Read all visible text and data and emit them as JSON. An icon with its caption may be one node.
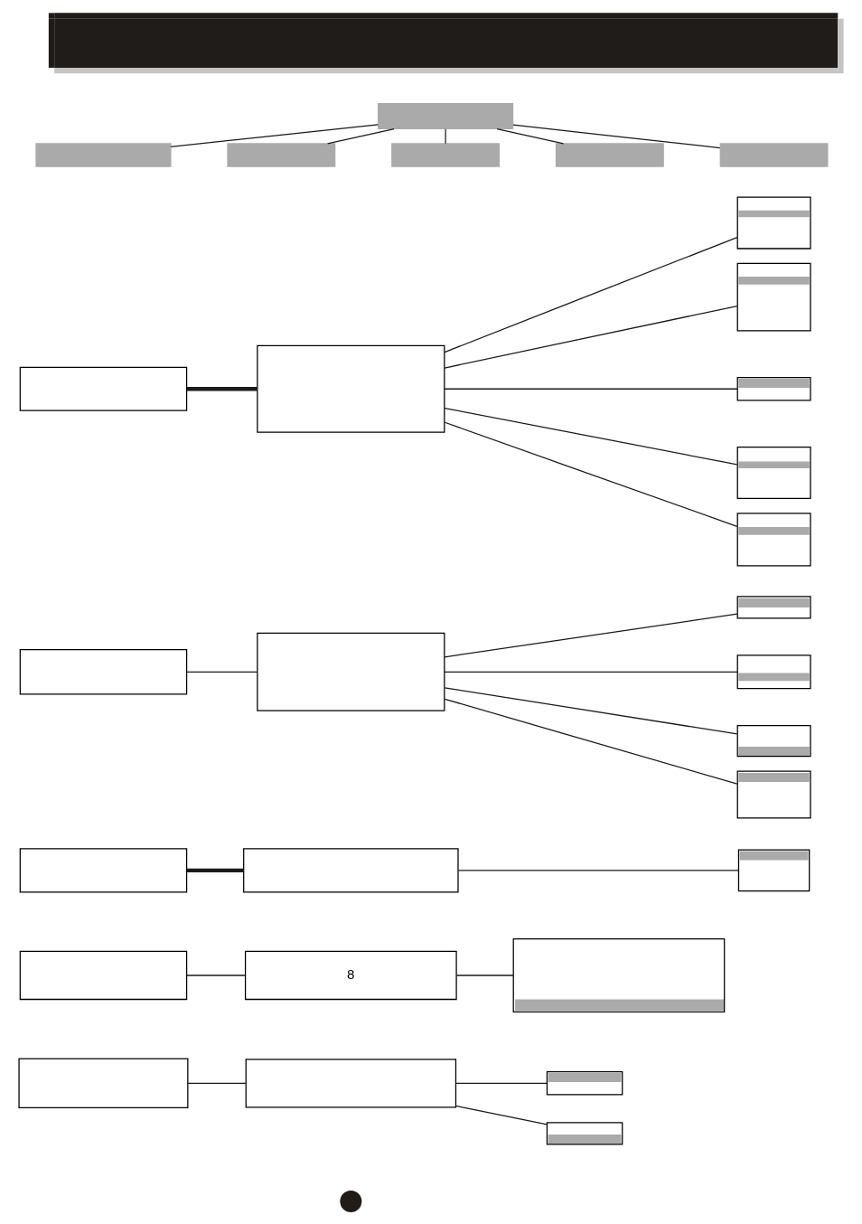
{
  "diagram": {
    "nodes": [
      {
        "text": [],
        "shape": "bar"
      },
      {
        "text": [],
        "shape": "box"
      },
      {
        "text": [],
        "shape": "box"
      },
      {
        "text": [],
        "shape": "box"
      },
      {
        "text": [],
        "shape": "box"
      },
      {
        "text": [],
        "shape": "box"
      },
      {
        "text": [],
        "shape": "box"
      },
      {
        "text": [],
        "shape": "box"
      },
      {
        "text": [],
        "shape": "box"
      },
      {
        "text": [],
        "shape": "box"
      },
      {
        "text": [],
        "shape": "box"
      },
      {
        "text": [],
        "shape": "box"
      },
      {
        "text": [],
        "shape": "box"
      },
      {
        "text": [],
        "shape": "box"
      },
      {
        "text": [],
        "shape": "box"
      },
      {
        "text": [],
        "shape": "box"
      },
      {
        "text": [],
        "shape": "box"
      },
      {
        "text": [],
        "shape": "box"
      },
      {
        "text": [],
        "shape": "box"
      },
      {
        "text": [],
        "shape": "box"
      },
      {
        "text": [],
        "shape": "box"
      },
      {
        "text": [],
        "shape": "box"
      },
      {
        "text": [],
        "shape": "box"
      },
      {
        "text": [],
        "shape": "box"
      },
      {
        "text": [
          "8"
        ]
      },
      {
        "text": [],
        "shape": "box"
      },
      {
        "text": [],
        "shape": "box"
      },
      {
        "text": [],
        "shape": "box"
      },
      {
        "text": [],
        "shape": "box"
      },
      {
        "text": [],
        "shape": "box"
      },
      {
        "text": [],
        "shape": "circle"
      }
    ],
    "edges": [
      {
        "from": 1,
        "to": 2,
        "arrow": "none"
      },
      {
        "from": 1,
        "to": 3,
        "arrow": "none"
      },
      {
        "from": 1,
        "to": 4,
        "arrow": "none"
      },
      {
        "from": 1,
        "to": 5,
        "arrow": "none"
      },
      {
        "from": 1,
        "to": 6,
        "arrow": "none"
      },
      {
        "from": 7,
        "to": 8,
        "arrow": "none",
        "style": "thick"
      },
      {
        "from": 8,
        "to": 9,
        "arrow": "none"
      },
      {
        "from": 8,
        "to": 10,
        "arrow": "none"
      },
      {
        "from": 8,
        "to": 11,
        "arrow": "none"
      },
      {
        "from": 8,
        "to": 12,
        "arrow": "none"
      },
      {
        "from": 8,
        "to": 13,
        "arrow": "none"
      },
      {
        "from": 14,
        "to": 15,
        "arrow": "none"
      },
      {
        "from": 15,
        "to": 16,
        "arrow": "none"
      },
      {
        "from": 15,
        "to": 17,
        "arrow": "none"
      },
      {
        "from": 15,
        "to": 18,
        "arrow": "none"
      },
      {
        "from": 15,
        "to": 19,
        "arrow": "none"
      },
      {
        "from": 20,
        "to": 21,
        "arrow": "none",
        "style": "thick"
      },
      {
        "from": 21,
        "to": 22,
        "arrow": "none"
      },
      {
        "from": 23,
        "to": 24,
        "arrow": "none"
      },
      {
        "from": 24,
        "to": 25,
        "arrow": "none"
      },
      {
        "from": 26,
        "to": 27,
        "arrow": "none"
      },
      {
        "from": 27,
        "to": 28,
        "arrow": "none"
      },
      {
        "from": 27,
        "to": 29,
        "arrow": "none"
      }
    ]
  }
}
